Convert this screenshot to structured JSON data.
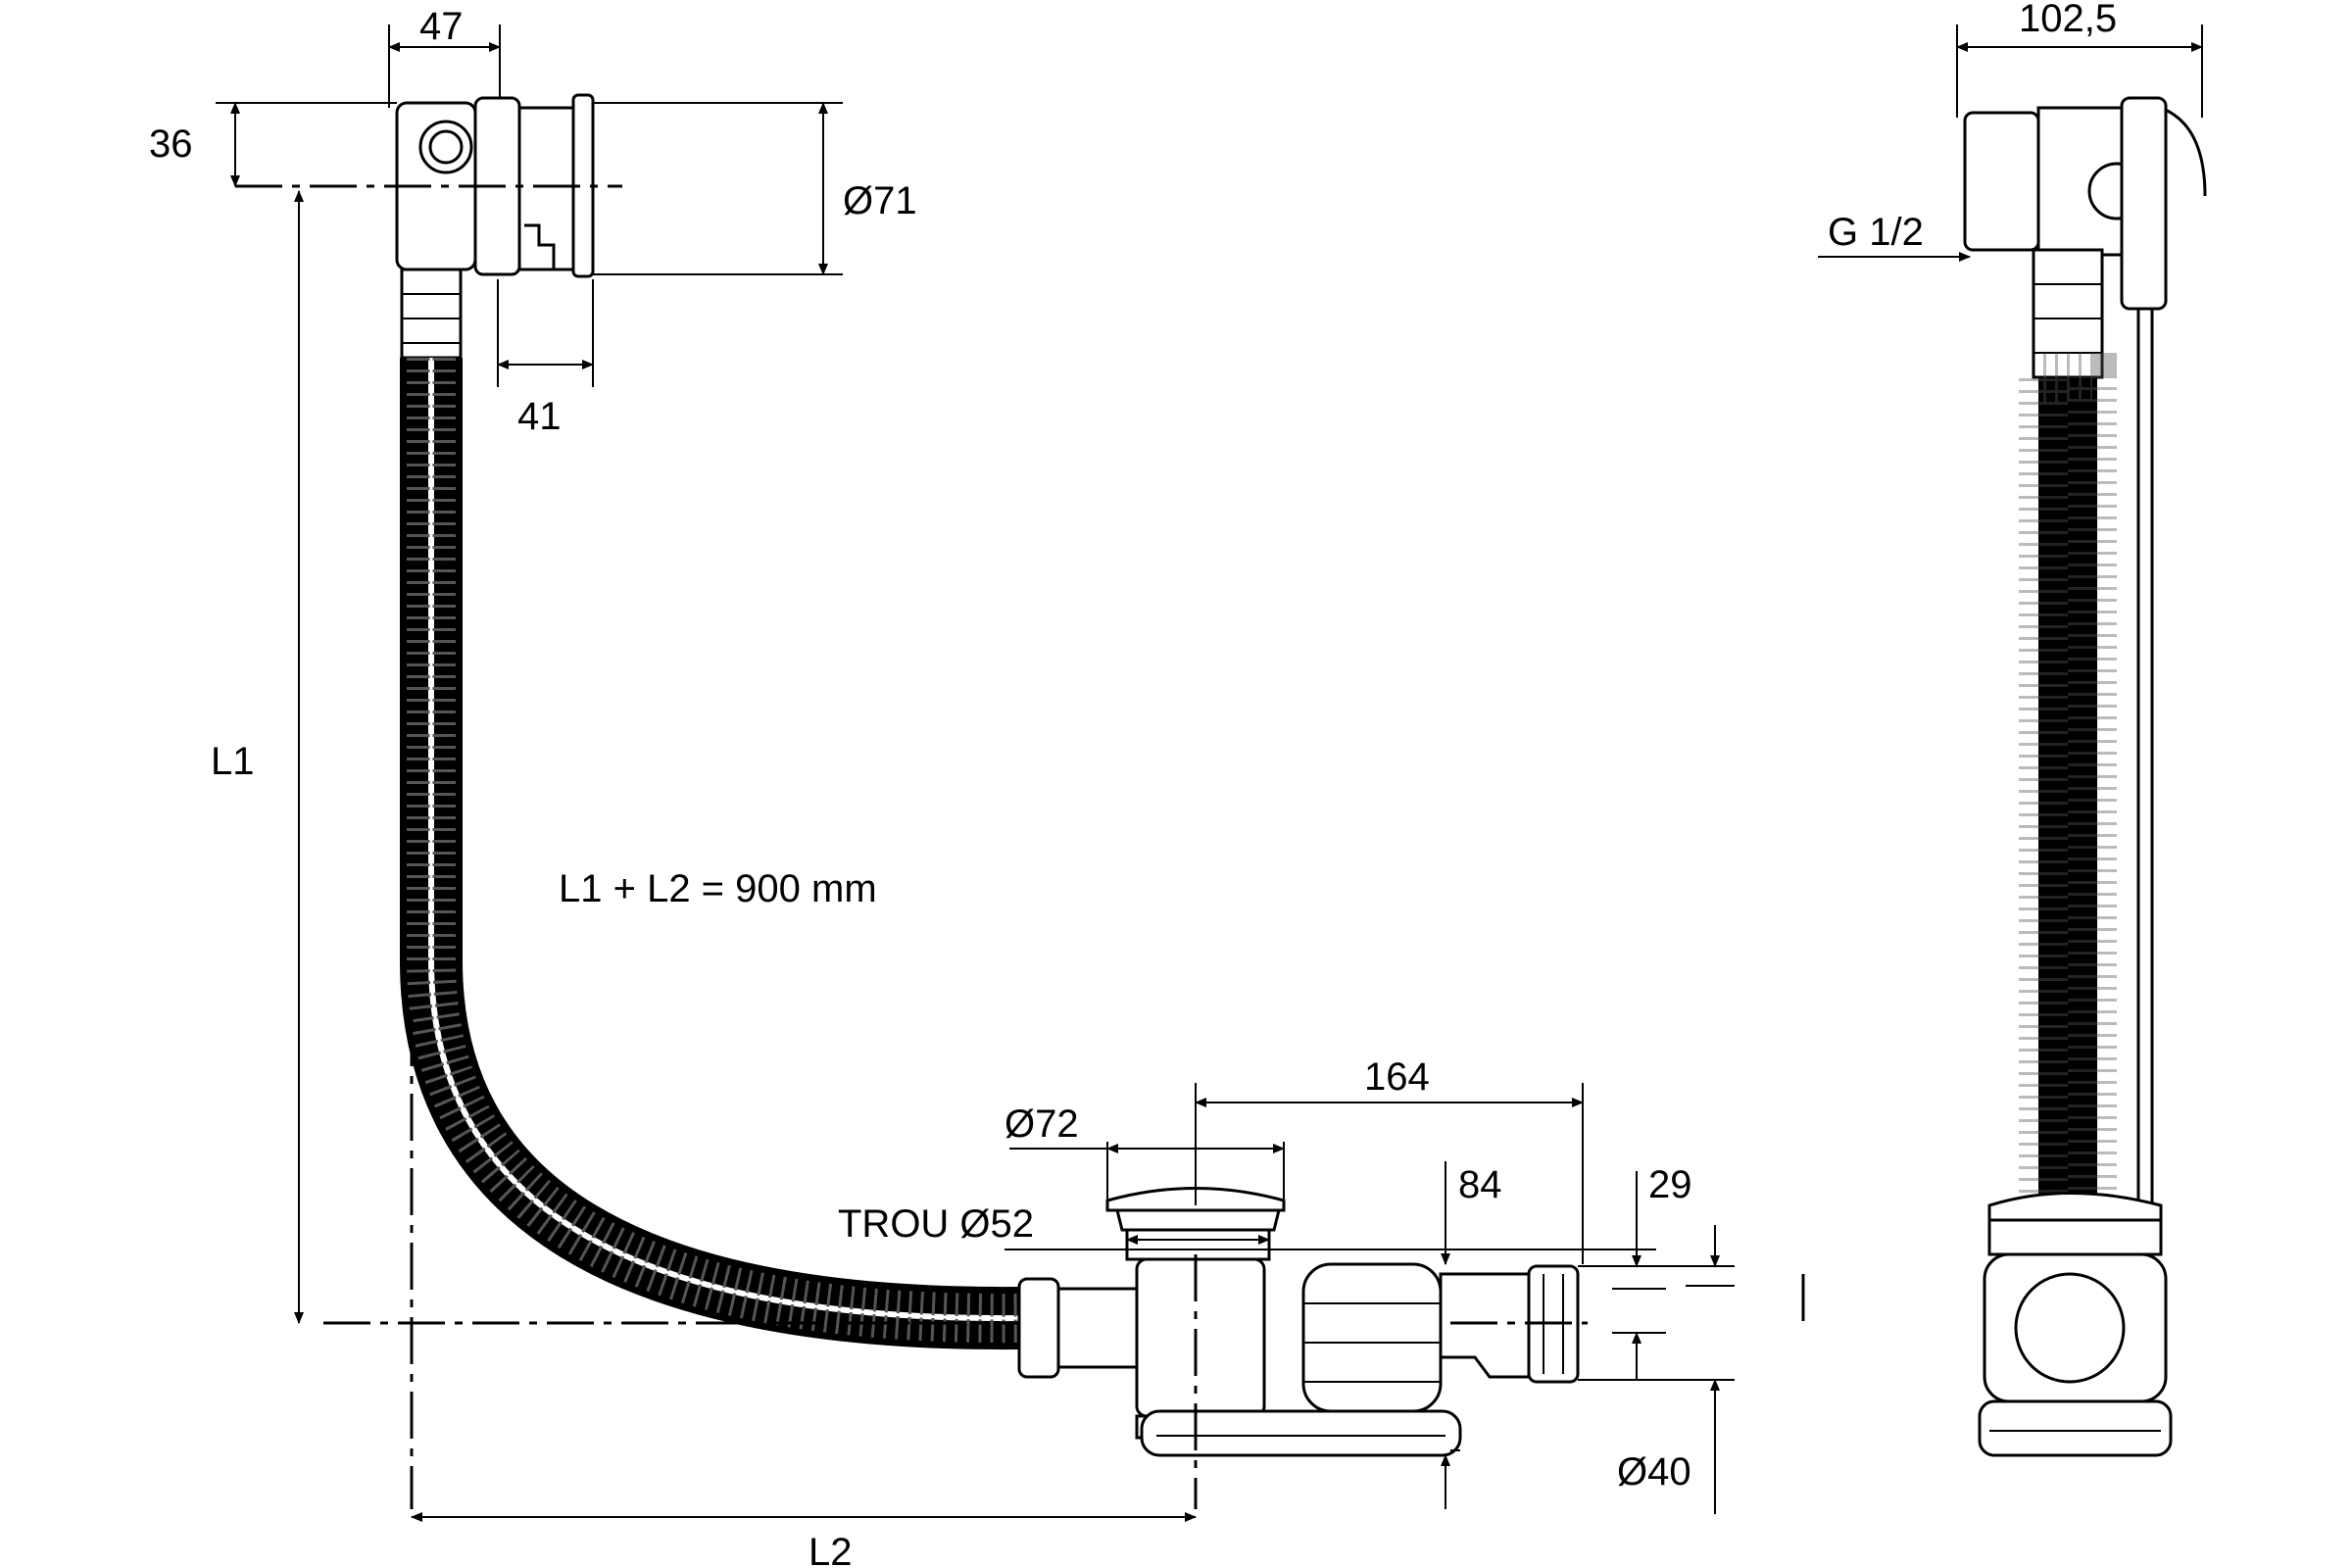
{
  "labels": {
    "dim_47": "47",
    "dim_36": "36",
    "dim_71": "Ø71",
    "dim_41": "41",
    "dim_L1": "L1",
    "formula": "L1 + L2 = 900 mm",
    "dim_164": "164",
    "dim_72": "Ø72",
    "dim_84": "84",
    "dim_29": "29",
    "trou": "TROU Ø52",
    "dim_40": "Ø40",
    "dim_L2": "L2",
    "dim_102_5": "102,5",
    "thread": "G 1/2"
  }
}
